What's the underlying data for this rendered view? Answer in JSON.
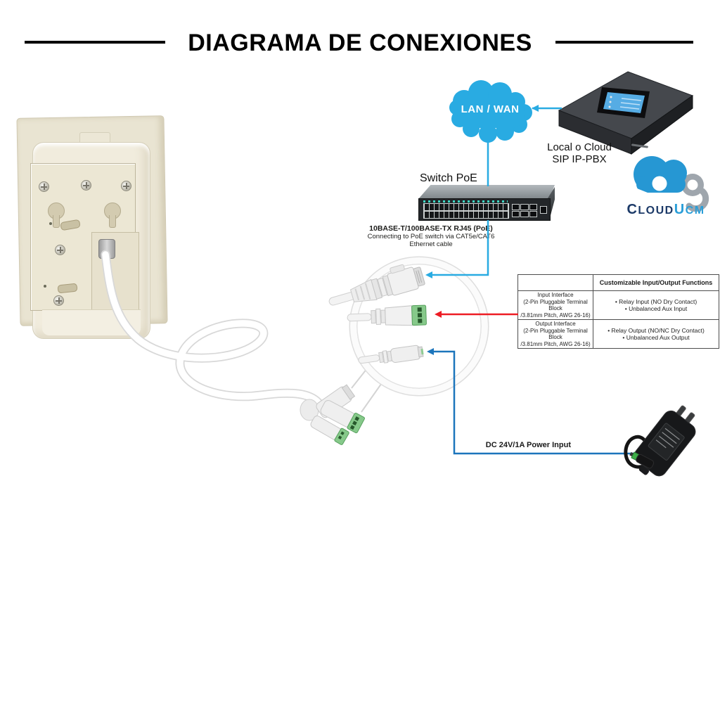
{
  "title": "DIAGRAMA DE CONEXIONES",
  "network": {
    "cloud_label": "LAN / WAN",
    "switch_label": "Switch PoE",
    "pbx_caption_line1": "Local o Cloud",
    "pbx_caption_line2": "SIP IP-PBX"
  },
  "logo": {
    "text_dark": "CLOUD",
    "text_blue": "UCM"
  },
  "poe_note": {
    "line1": "10BASE-T/100BASE-TX RJ45 (PoE)",
    "line2": "Connecting to PoE switch via CAT5e/CAT6",
    "line3": "Ethernet cable"
  },
  "io_table": {
    "header_functions": "Customizable Input/Output Functions",
    "rows": [
      {
        "name": "Input Interface",
        "spec_line1": "(2-Pin Pluggable Terminal Block",
        "spec_line2": "/3.81mm Pitch, AWG 26-16)",
        "functions": [
          "Relay Input (NO Dry Contact)",
          "Unbalanced Aux Input"
        ]
      },
      {
        "name": "Output Interface",
        "spec_line1": "(2-Pin Pluggable Terminal Block",
        "spec_line2": "/3.81mm Pitch, AWG 26-16)",
        "functions": [
          "Relay Output (NO/NC Dry Contact)",
          "Unbalanced Aux Output"
        ]
      }
    ]
  },
  "power": {
    "label": "DC 24V/1A Power Input"
  },
  "colors": {
    "link_light_blue": "#29abe2",
    "link_dark_blue": "#1c75bc",
    "link_red": "#ed1c24",
    "cloud_blue": "#29abe2",
    "logo_navy": "#1c3a68",
    "logo_blue": "#2a9ed8"
  }
}
